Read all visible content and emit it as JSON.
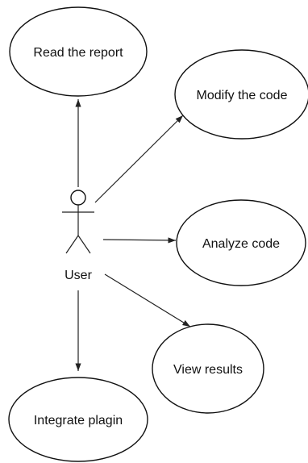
{
  "actor": {
    "label": "User"
  },
  "use_cases": {
    "read_report": "Read the report",
    "modify_code": "Modify the code",
    "analyze_code": "Analyze code",
    "view_results": "View results",
    "integrate_plugin": "Integrate plagin"
  }
}
